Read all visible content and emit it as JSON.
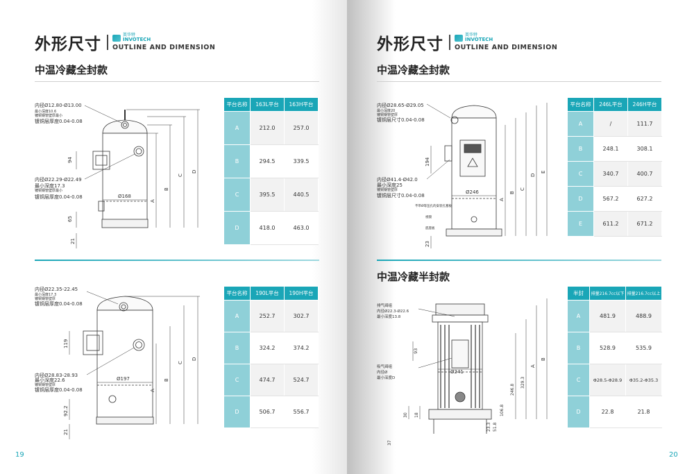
{
  "left_page": {
    "header": {
      "title": "外形尺寸",
      "logo_cn": "英华特",
      "logo_en": "INVOTECH",
      "subtitle": "OUTLINE AND DIMENSION"
    },
    "section_title": "中温冷藏全封款",
    "page_number": "19",
    "drawing1": {
      "note1": [
        "内径Ø12.80-Ø13.00",
        "最小深度10.6",
        "镀铜钢管壁厚最小",
        "镀铜层厚度0.04-0.08"
      ],
      "note2": [
        "内径Ø22.29-Ø22.49",
        "最小深度17.3",
        "镀铜钢管壁厚最小",
        "镀铜层厚度0.04-0.08"
      ],
      "dims": {
        "d94": "94",
        "d168": "Ø168",
        "d65": "65",
        "d21": "21",
        "A": "A",
        "B": "B",
        "C": "C",
        "D": "D"
      }
    },
    "table1": {
      "headers": [
        "平台名称",
        "163L平台",
        "163H平台"
      ],
      "rows": [
        {
          "name": "A",
          "v1": "212.0",
          "v2": "257.0"
        },
        {
          "name": "B",
          "v1": "294.5",
          "v2": "339.5"
        },
        {
          "name": "C",
          "v1": "395.5",
          "v2": "440.5"
        },
        {
          "name": "D",
          "v1": "418.0",
          "v2": "463.0"
        }
      ]
    },
    "drawing2": {
      "note1": [
        "内径Ø22.35-22.45",
        "最小深度17.3",
        "镀铜钢管壁厚",
        "镀铜层厚度0.04-0.08"
      ],
      "note2": [
        "内径Ø28.83-28.93",
        "最小深度22.6",
        "镀铜钢管壁厚",
        "镀铜层厚度0.04-0.08"
      ],
      "dims": {
        "d119": "119",
        "d197": "Ø197",
        "d922": "92.2",
        "d21": "21",
        "A": "A",
        "B": "B",
        "C": "C",
        "D": "D"
      }
    },
    "table2": {
      "headers": [
        "平台名称",
        "190L平台",
        "190H平台"
      ],
      "rows": [
        {
          "name": "A",
          "v1": "252.7",
          "v2": "302.7"
        },
        {
          "name": "B",
          "v1": "324.2",
          "v2": "374.2"
        },
        {
          "name": "C",
          "v1": "474.7",
          "v2": "524.7"
        },
        {
          "name": "D",
          "v1": "506.7",
          "v2": "556.7"
        }
      ]
    }
  },
  "right_page": {
    "header": {
      "title": "外形尺寸",
      "logo_cn": "英华特",
      "logo_en": "INVOTECH",
      "subtitle": "OUTLINE AND DIMENSION"
    },
    "section_title_1": "中温冷藏全封款",
    "section_title_2": "中温冷藏半封款",
    "page_number": "20",
    "drawing3": {
      "note1": [
        "内径Ø28.65-Ø29.05",
        "最小深度20",
        "镀铜钢管壁厚",
        "镀铜层尺寸0.04-0.08"
      ],
      "note2": [
        "内径Ø41.4-Ø42.0",
        "最小深度25",
        "镀铜钢管壁厚",
        "镀铜层尺寸0.04-0.08"
      ],
      "callouts": [
        "不带Ø等压孔的安装孔塞板",
        "视镜",
        "底座板"
      ],
      "dims": {
        "d194": "194",
        "d246": "Ø246",
        "d23": "23",
        "A": "A",
        "B": "B",
        "C": "C",
        "D": "D",
        "E": "E"
      }
    },
    "table3": {
      "headers": [
        "平台名称",
        "246L平台",
        "246H平台"
      ],
      "rows": [
        {
          "name": "A",
          "v1": "/",
          "v2": "111.7"
        },
        {
          "name": "B",
          "v1": "248.1",
          "v2": "308.1"
        },
        {
          "name": "C",
          "v1": "340.7",
          "v2": "400.7"
        },
        {
          "name": "D",
          "v1": "567.2",
          "v2": "627.2"
        },
        {
          "name": "E",
          "v1": "611.2",
          "v2": "671.2"
        }
      ]
    },
    "drawing4": {
      "note1": [
        "排气阀组",
        "内径Ø22.3-Ø22.6",
        "最小深度13.8"
      ],
      "note2": [
        "吸气阀组",
        "内径Ø",
        "最小深度D"
      ],
      "dims": {
        "d93": "93",
        "d241": "Ø241",
        "d2468": "246.8",
        "d3293": "329.3",
        "d1068": "106.8",
        "d30": "30",
        "d18": "18",
        "d37": "37",
        "d233": "23.3",
        "d518": "51.8",
        "A": "A",
        "B": "B"
      }
    },
    "table4": {
      "headers": [
        "半封",
        "排量216.7cc以下",
        "排量216.7cc以上"
      ],
      "rows": [
        {
          "name": "A",
          "v1": "481.9",
          "v2": "488.9"
        },
        {
          "name": "B",
          "v1": "528.9",
          "v2": "535.9"
        },
        {
          "name": "C",
          "v1": "Φ28.5-Φ28.9",
          "v2": "Φ35.2-Φ35.3"
        },
        {
          "name": "D",
          "v1": "22.8",
          "v2": "21.8"
        }
      ]
    }
  }
}
